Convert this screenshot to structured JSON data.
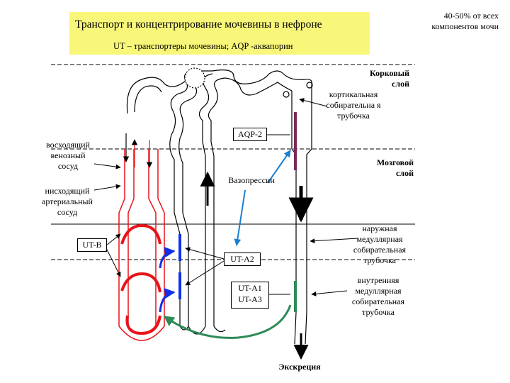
{
  "header": {
    "title": "Транспорт и концентрирование мочевины в нефроне",
    "subtitle": "UT – транспортеры мочевины; AQP -аквапорин",
    "note": "40-50% от всех компонентов мочи"
  },
  "zones": {
    "cortex": "Корковый слой",
    "medulla": "Мозговой слой"
  },
  "vessels": {
    "venous": "восходящий венозный сосуд",
    "arterial": "нисходящий артериальный сосуд"
  },
  "ducts": {
    "cortical": "кортикальная собирательна я трубочка",
    "outer_medullary": "наружная медуллярная собирательная трубочка",
    "inner_medullary": "внутренняя медуллярная собирательная трубочка"
  },
  "transporters": {
    "aqp2": "AQP-2",
    "utb": "UT-B",
    "uta2": "UT-A2",
    "uta1": "UT-A1",
    "uta3": "UT-A3"
  },
  "hormone": "Вазопрессин",
  "excretion": "Экскреция",
  "colors": {
    "title_bg": "#f9f77a",
    "vessel_red": "#e8141a",
    "ut_blue": "#1230e6",
    "ut_green": "#2e8b57",
    "aqp_purple": "#7a2a5a",
    "arrow_blue": "#1a7fcf"
  }
}
